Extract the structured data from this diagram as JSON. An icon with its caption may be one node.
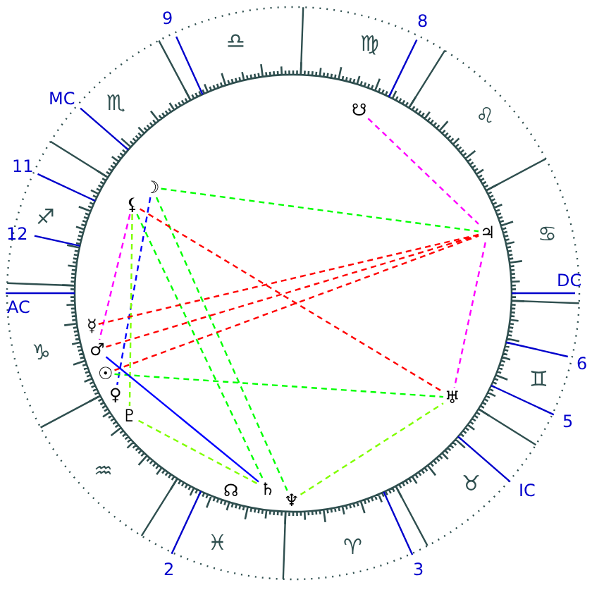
{
  "diagram": {
    "nodes": [
      {
        "text": [
          "☋"
        ]
      },
      {
        "text": [
          "☽"
        ]
      },
      {
        "text": [
          "⚸"
        ]
      },
      {
        "text": [
          "♃"
        ]
      },
      {
        "text": [
          "☿"
        ]
      },
      {
        "text": [
          "♂"
        ]
      },
      {
        "text": [
          "☉"
        ]
      },
      {
        "text": [
          "♀"
        ]
      },
      {
        "text": [
          "♇"
        ]
      },
      {
        "text": [
          "♅"
        ]
      },
      {
        "text": [
          "☊"
        ]
      },
      {
        "text": [
          "♄"
        ]
      },
      {
        "text": [
          "♆"
        ]
      }
    ],
    "edges": [
      {
        "from": 1,
        "to": 3,
        "arrow": "none",
        "style": "dashed",
        "color": "#00ff00"
      },
      {
        "from": 1,
        "to": 7,
        "arrow": "none",
        "style": "dashed",
        "color": "#0000ff"
      },
      {
        "from": 1,
        "to": 12,
        "arrow": "none",
        "style": "dashed",
        "color": "#00ff00"
      },
      {
        "from": 2,
        "to": 5,
        "arrow": "none",
        "style": "dashed",
        "color": "#ff00ff"
      },
      {
        "from": 2,
        "to": 8,
        "arrow": "none",
        "style": "dashed",
        "color": "#80ff00"
      },
      {
        "from": 2,
        "to": 9,
        "arrow": "none",
        "style": "dashed",
        "color": "#ff0000"
      },
      {
        "from": 2,
        "to": 11,
        "arrow": "none",
        "style": "dashed",
        "color": "#00ff00"
      },
      {
        "from": 0,
        "to": 3,
        "arrow": "none",
        "style": "dashed",
        "color": "#ff00ff"
      },
      {
        "from": 3,
        "to": 9,
        "arrow": "none",
        "style": "dashed",
        "color": "#ff00ff"
      },
      {
        "from": 4,
        "to": 3,
        "arrow": "none",
        "style": "dashed",
        "color": "#ff0000"
      },
      {
        "from": 5,
        "to": 3,
        "arrow": "none",
        "style": "dashed",
        "color": "#ff0000"
      },
      {
        "from": 6,
        "to": 3,
        "arrow": "none",
        "style": "dashed",
        "color": "#ff0000"
      },
      {
        "from": 6,
        "to": 9,
        "arrow": "none",
        "style": "dashed",
        "color": "#00ff00"
      },
      {
        "from": 8,
        "to": 11,
        "arrow": "none",
        "style": "dashed",
        "color": "#80ff00"
      },
      {
        "from": 12,
        "to": 9,
        "arrow": "none",
        "style": "dashed",
        "color": "#80ff00"
      },
      {
        "from": 5,
        "to": 11,
        "arrow": "none",
        "color": "#0000ff"
      }
    ],
    "labels": [
      "9",
      "8",
      "♎",
      "♍",
      "MC",
      "♏",
      "♌",
      "11",
      "♐",
      "12",
      "♋",
      "AC",
      "DC",
      "♑",
      "6",
      "♊",
      "5",
      "♒",
      "♉",
      "IC",
      "♓",
      "♈",
      "2",
      "3"
    ]
  }
}
